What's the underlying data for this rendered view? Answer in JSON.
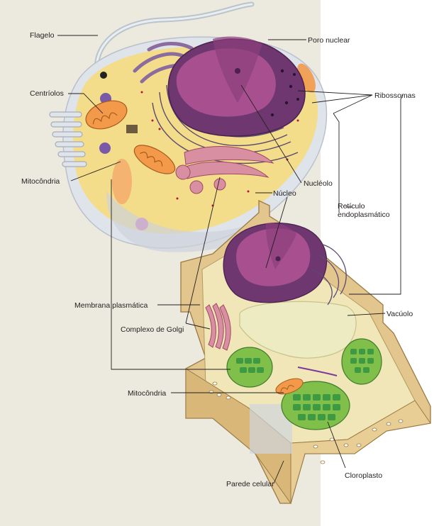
{
  "labels": {
    "flagelo": "Flagelo",
    "centriolos": "Centríolos",
    "mitocondria_animal": "Mitocôndria",
    "poro_nuclear": "Poro nuclear",
    "ribossomas": "Ribossomas",
    "nucleolo": "Nucléolo",
    "nucleo": "Núcleo",
    "reticulo_line1": "Retículo",
    "reticulo_line2": "endoplasmático",
    "membrana_plasmatica": "Membrana plasmática",
    "vacuolo": "Vacúolo",
    "complexo_golgi": "Complexo de Golgi",
    "mitocondria_vegetal": "Mitocôndria",
    "parede_celular": "Parede celular",
    "cloroplasto": "Cloroplasto"
  },
  "colors": {
    "background_panel": "#ece9df",
    "cytoplasm_animal": "#f3dc8a",
    "nucleus": "#a8508f",
    "cell_wall": "#e3c58e",
    "chloroplast": "#7fbf4a",
    "vacuole": "#ecebc2",
    "mitochondria": "#f29a4a"
  }
}
